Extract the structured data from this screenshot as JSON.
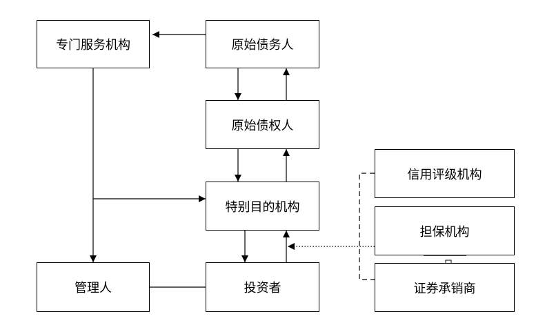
{
  "nodes": {
    "special_service": "专门服务机构",
    "original_debtor": "原始债务人",
    "original_creditor": "原始债权人",
    "spv": "特别目的机构",
    "manager": "管理人",
    "investor": "投资者",
    "rating_agency": "信用评级机构",
    "guarantor": "担保机构",
    "underwriter": "证券承销商"
  }
}
